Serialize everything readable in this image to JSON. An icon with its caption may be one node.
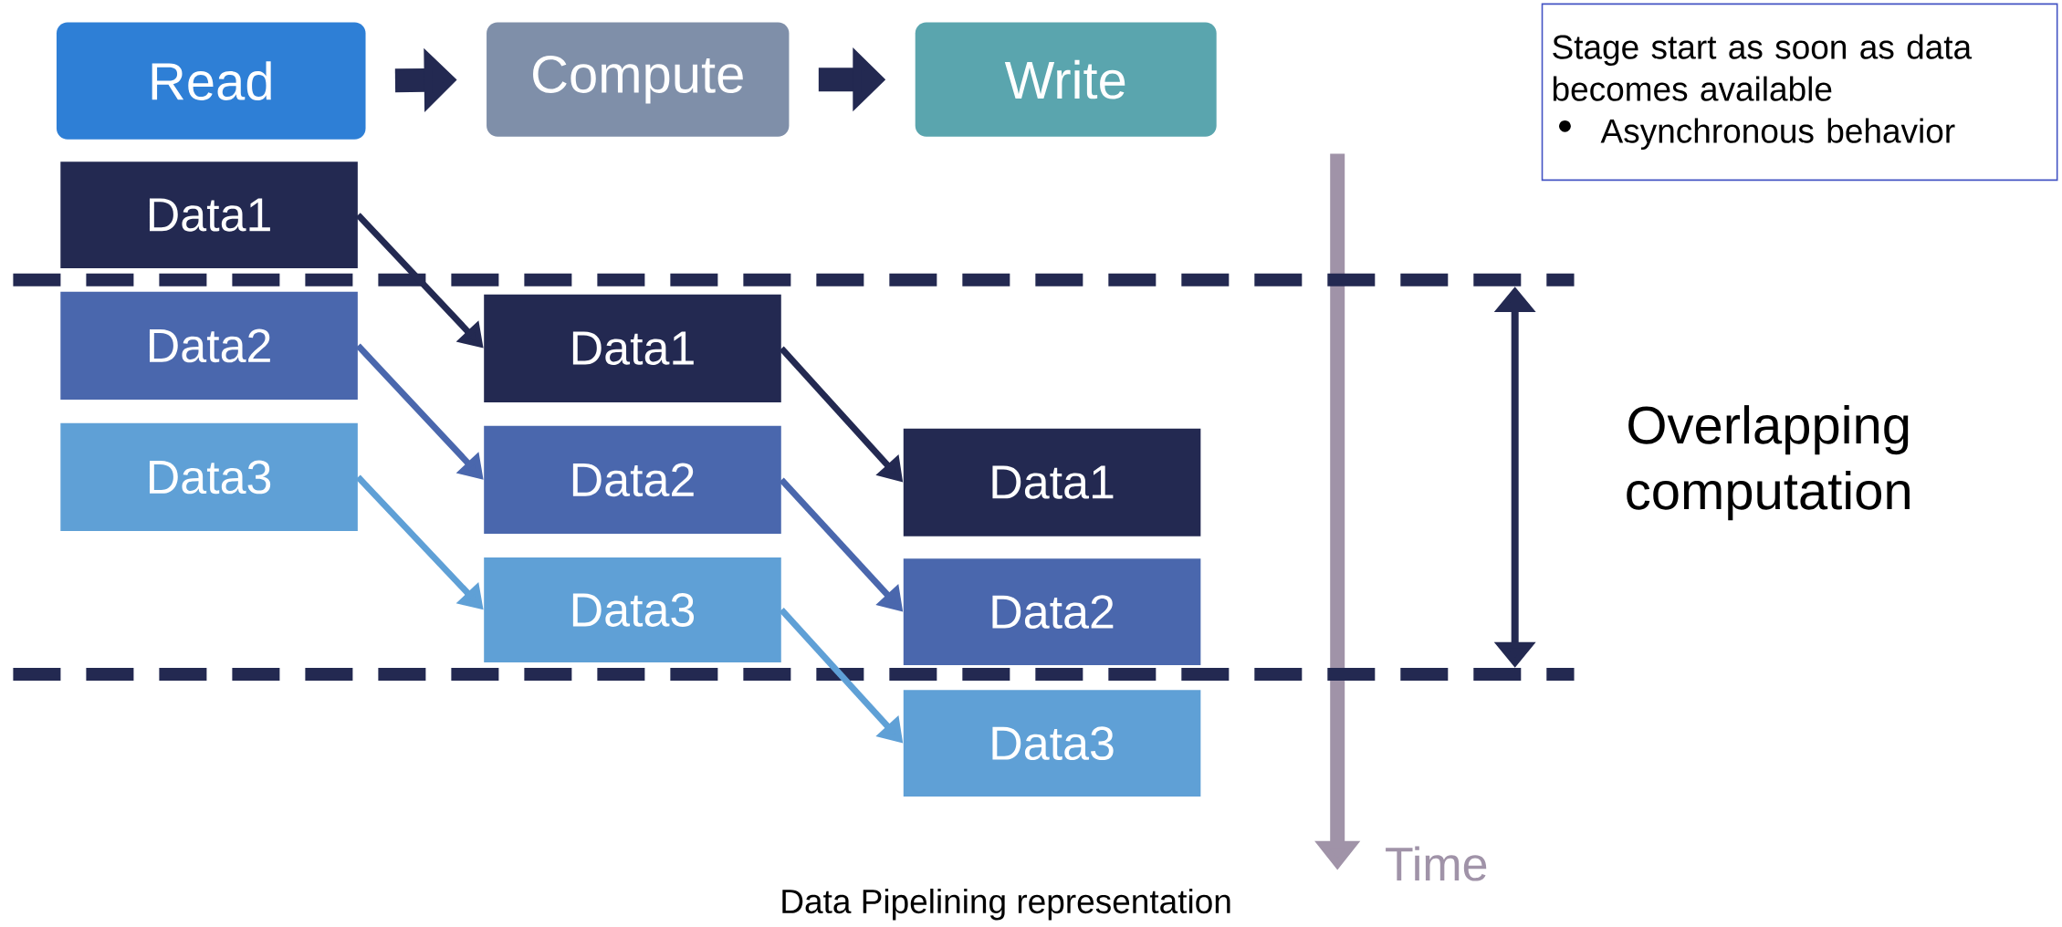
{
  "diagram": {
    "caption": "Data Pipelining representation",
    "nodes": [
      {
        "text": [
          "Read"
        ]
      },
      {
        "text": [
          "Compute"
        ]
      },
      {
        "text": [
          "Write"
        ]
      },
      {
        "text": [
          "Data1"
        ]
      },
      {
        "text": [
          "Data2"
        ]
      },
      {
        "text": [
          "Data3"
        ]
      },
      {
        "text": [
          "Data1"
        ]
      },
      {
        "text": [
          "Data2"
        ]
      },
      {
        "text": [
          "Data3"
        ]
      },
      {
        "text": [
          "Data1"
        ]
      },
      {
        "text": [
          "Data2"
        ]
      },
      {
        "text": [
          "Data3"
        ]
      },
      {
        "text": [
          "Stage start as soon as data becomes available",
          "Asynchronous behavior"
        ]
      }
    ],
    "edges": [
      {
        "from": 0,
        "to": 1,
        "arrow": "to",
        "style": "thick",
        "color": "#232951"
      },
      {
        "from": 1,
        "to": 2,
        "arrow": "to",
        "style": "thick",
        "color": "#232951"
      },
      {
        "from": 3,
        "to": 6,
        "arrow": "to",
        "color": "#232951"
      },
      {
        "from": 6,
        "to": 9,
        "arrow": "to",
        "color": "#232951"
      },
      {
        "from": 4,
        "to": 7,
        "arrow": "to",
        "color": "#4a67ad"
      },
      {
        "from": 7,
        "to": 10,
        "arrow": "to",
        "color": "#4a67ad"
      },
      {
        "from": 5,
        "to": 8,
        "arrow": "to",
        "color": "#5fa0d6"
      },
      {
        "from": 8,
        "to": 11,
        "arrow": "to",
        "color": "#5fa0d6"
      }
    ],
    "labels": [
      "Overlapping computation",
      "Time"
    ]
  }
}
